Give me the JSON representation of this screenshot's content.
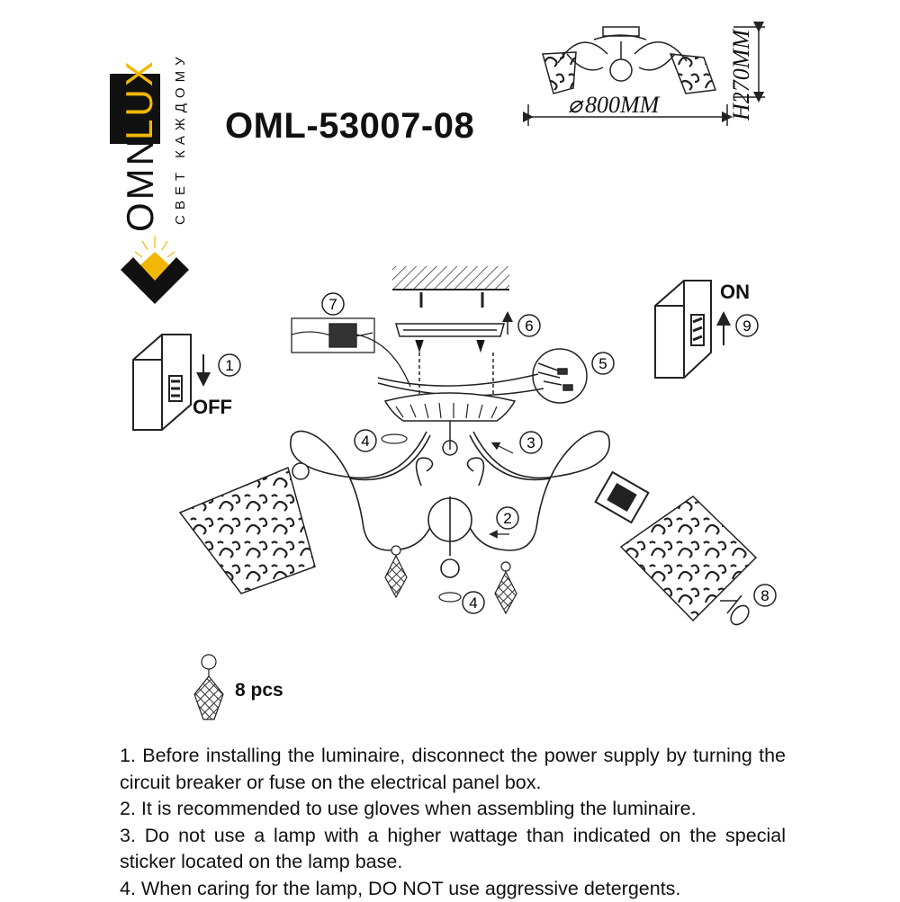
{
  "brand": {
    "name_part1": "OMNI",
    "name_part2": "LUX",
    "tagline": "СВЕТ КАЖДОМУ"
  },
  "model": "OML-53007-08",
  "dimensions": {
    "diameter": "800MM",
    "height": "H270MM"
  },
  "switch_labels": {
    "off": "OFF",
    "on": "ON"
  },
  "steps": [
    "1",
    "2",
    "3",
    "4",
    "5",
    "6",
    "7",
    "8",
    "9"
  ],
  "crystal_count": "8 pcs",
  "notes": [
    "1. Before installing the luminaire, disconnect the power supply by turning the circuit breaker or fuse on the electrical panel box.",
    "2. It is recommended to use gloves when assembling the luminaire.",
    "3. Do not use a lamp with a higher wattage than indicated on the special sticker located on the lamp base.",
    "4. When caring for the lamp, DO NOT use aggressive detergents."
  ],
  "colors": {
    "logo_yellow": "#f2b705",
    "logo_black": "#111111",
    "line": "#222222"
  }
}
